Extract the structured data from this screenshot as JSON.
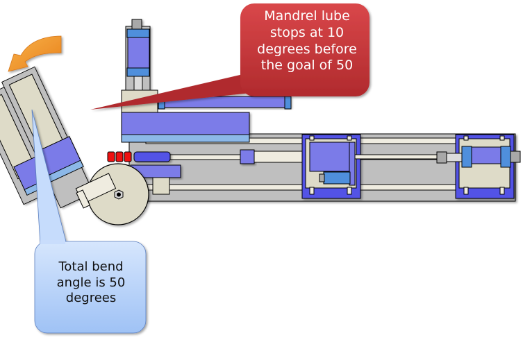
{
  "callouts": {
    "mandrel_lube": {
      "text": "Mandrel lube\nstops at 10\ndegrees before\nthe goal of 50",
      "color": "#c0393b"
    },
    "bend_angle": {
      "text": "Total bend\nangle is 50\ndegrees",
      "color": "#b7d2fb"
    }
  },
  "colors": {
    "cylinder_purple": "#7b7be8",
    "cylinder_cap_blue": "#4f8fdc",
    "light_blue": "#8cb8e8",
    "frame_gray": "#bfbfbf",
    "beige": "#dedbc8",
    "cream": "#efece0",
    "mandrel_red": "#ee1111",
    "mandrel_dark_purple": "#5252e6",
    "arrow_orange": "#f29a2e"
  },
  "annotations": {
    "rotation_arrow": "counter-clockwise bend direction",
    "bend_angle_degrees": 50,
    "lube_stop_before_goal_degrees": 10
  }
}
